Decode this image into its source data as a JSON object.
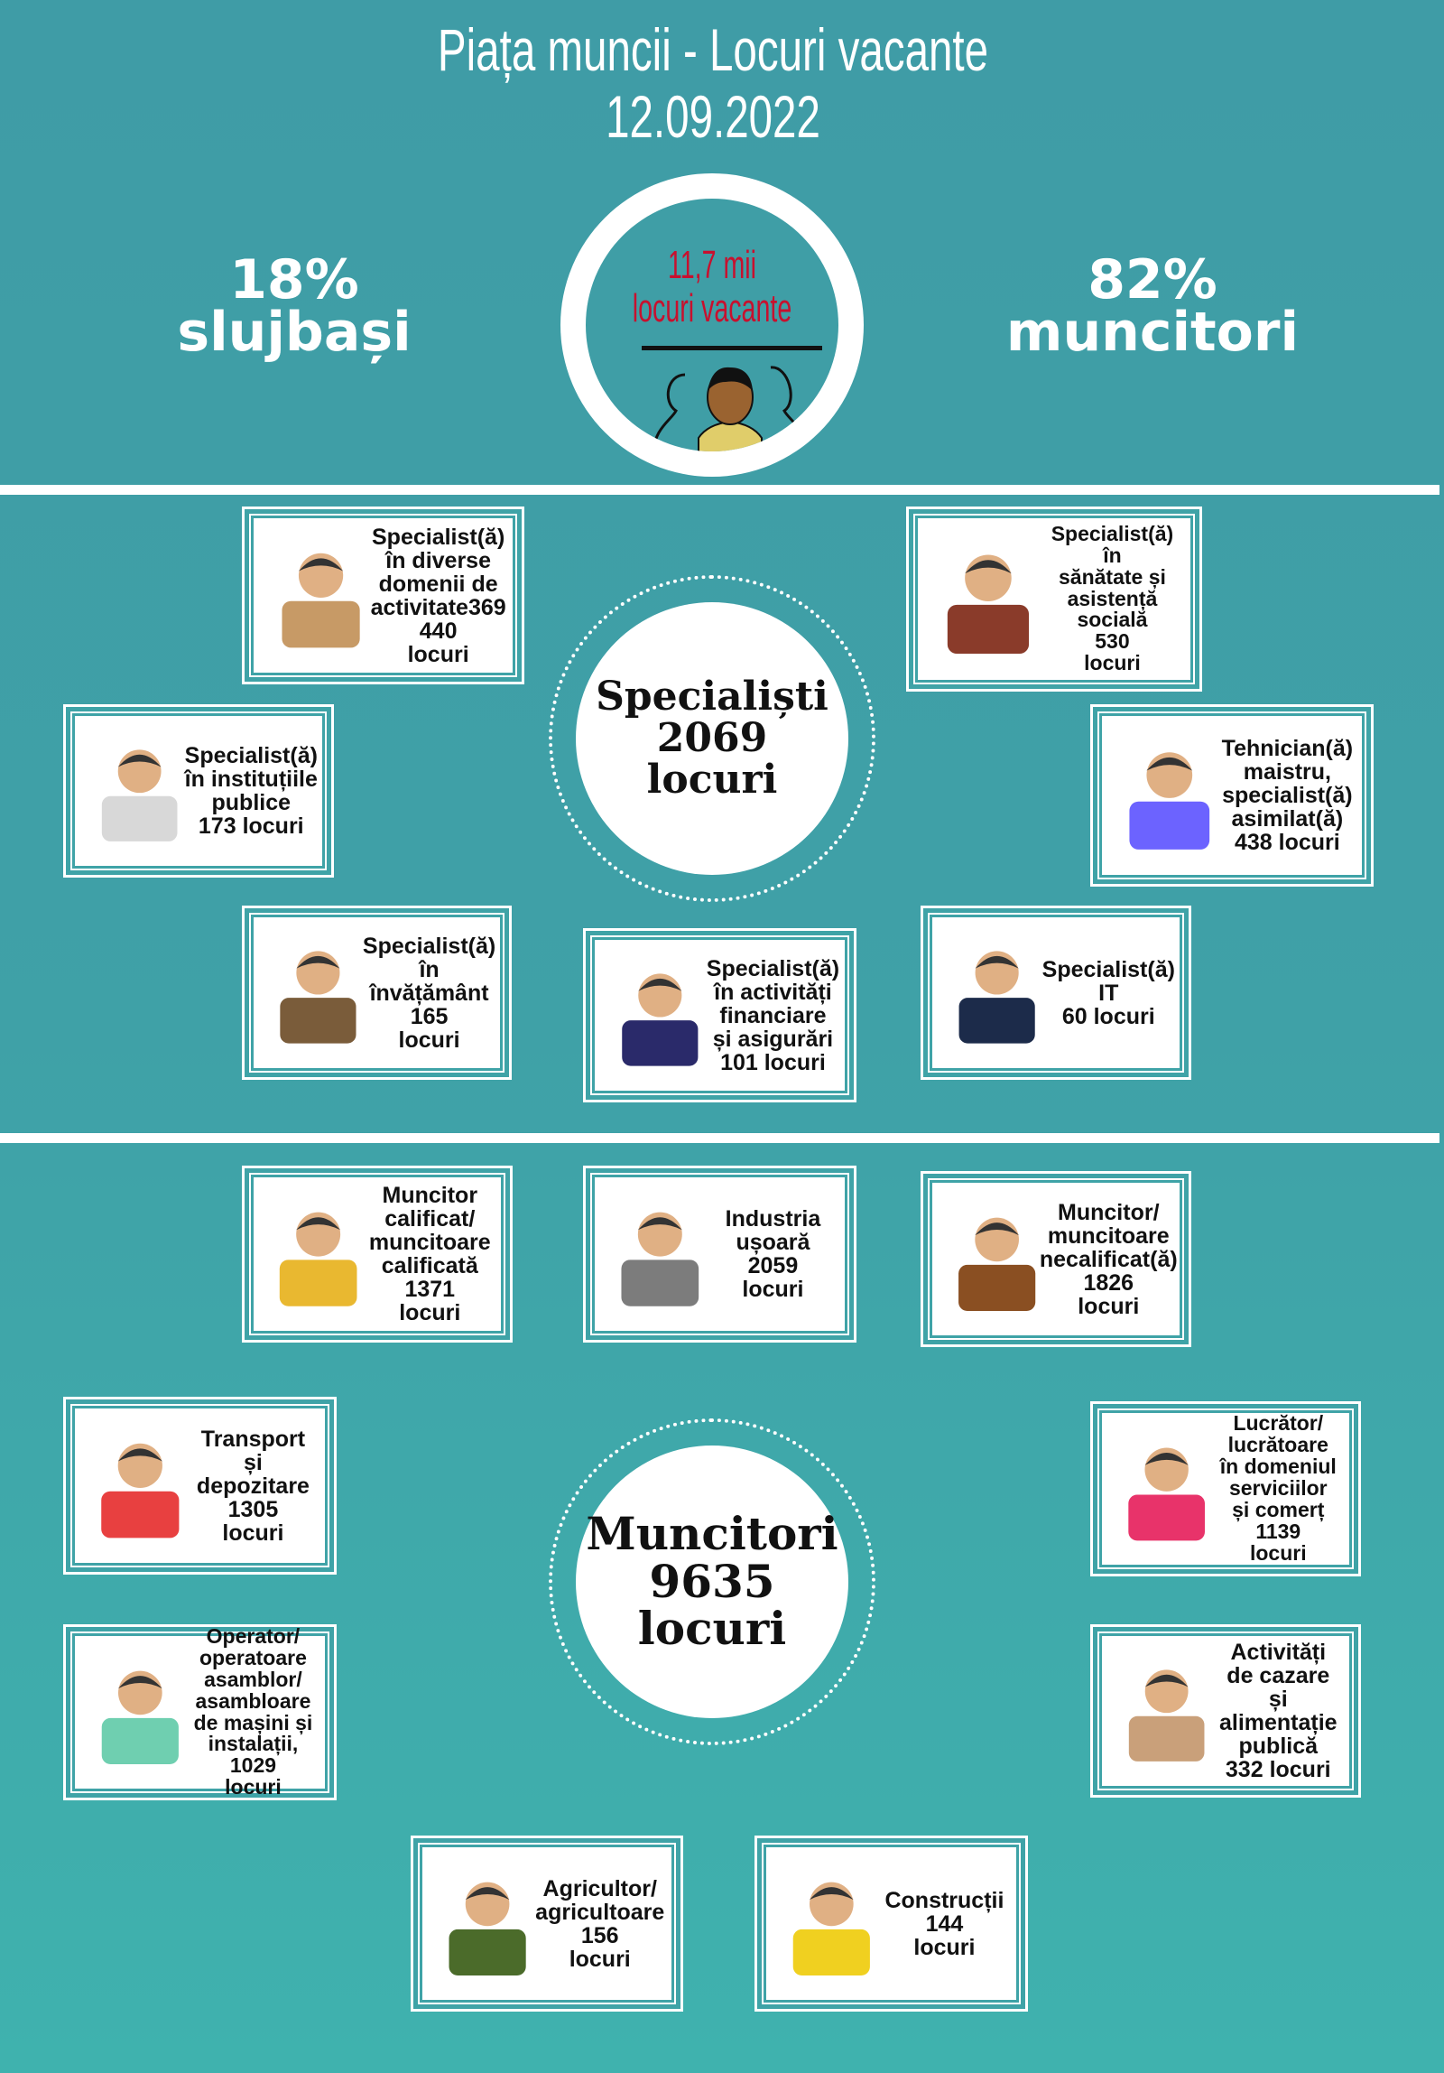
{
  "header": {
    "title": "Piața muncii - Locuri vacante",
    "date": "12.09.2022"
  },
  "summary": {
    "left": {
      "percent": "18%",
      "label": "slujbași"
    },
    "right": {
      "percent": "82%",
      "label": "muncitori"
    },
    "center": {
      "value": "11,7 mii",
      "label": "locuri vacante",
      "accent": "#c8102e"
    }
  },
  "specialisti": {
    "title": "Specialiști",
    "count": "2069",
    "unit": "locuri"
  },
  "muncitori": {
    "title": "Muncitori",
    "count": "9635",
    "unit": "locuri"
  },
  "cards": [
    {
      "id": "diverse",
      "icon": "desk-laptop-icon",
      "lines": [
        "Specialist(ă)",
        "în diverse",
        "domenii de",
        "activitate369",
        "440",
        "locuri"
      ]
    },
    {
      "id": "sanatate",
      "icon": "doctor-icon",
      "lines": [
        "Specialist(ă)",
        "în",
        "sănătate și",
        "asistență",
        "socială",
        "530",
        "locuri"
      ]
    },
    {
      "id": "institutii",
      "icon": "office-clerk-icon",
      "lines": [
        "Specialist(ă)",
        "în instituțiile",
        "publice",
        "173 locuri"
      ]
    },
    {
      "id": "tehnician",
      "icon": "technicians-icon",
      "lines": [
        "Tehnician(ă)",
        "maistru,",
        "specialist(ă)",
        "asimilat(ă)",
        "438 locuri"
      ]
    },
    {
      "id": "invatamant",
      "icon": "teacher-icon",
      "lines": [
        "Specialist(ă)",
        "în",
        "învățământ",
        "165",
        "locuri"
      ]
    },
    {
      "id": "financiare",
      "icon": "finance-chart-icon",
      "lines": [
        "Specialist(ă)",
        "în activități",
        "financiare",
        "și asigurări",
        "101 locuri"
      ]
    },
    {
      "id": "it",
      "icon": "computer-desk-icon",
      "lines": [
        "Specialist(ă)",
        "IT",
        "60 locuri"
      ]
    },
    {
      "id": "calificat",
      "icon": "worker-helmet-icon",
      "lines": [
        "Muncitor",
        "calificat/",
        "muncitoare",
        "calificată",
        "1371",
        "locuri"
      ]
    },
    {
      "id": "industria",
      "icon": "suit-icon",
      "lines": [
        "Industria",
        "ușoară",
        "2059",
        "locuri"
      ]
    },
    {
      "id": "necalificat",
      "icon": "overalls-icon",
      "lines": [
        "Muncitor/",
        "muncitoare",
        "necalificat(ă)",
        "1826",
        "locuri"
      ]
    },
    {
      "id": "transport",
      "icon": "dump-truck-icon",
      "lines": [
        "Transport",
        "și",
        "depozitare",
        "1305",
        "locuri"
      ]
    },
    {
      "id": "servicii",
      "icon": "shopping-woman-icon",
      "lines": [
        "Lucrător/",
        "lucrătoare",
        "în domeniul",
        "serviciilor",
        "și comerț",
        "1139",
        "locuri"
      ]
    },
    {
      "id": "operator",
      "icon": "fuel-pump-icon",
      "lines": [
        "Operator/",
        "operatoare",
        "asamblor/",
        "asambloare",
        "de mașini și",
        "instalații,",
        "1029",
        "locuri"
      ]
    },
    {
      "id": "cazare",
      "icon": "chef-icon",
      "lines": [
        "Activități",
        "de cazare",
        "și",
        "alimentație",
        "publică",
        "332 locuri"
      ]
    },
    {
      "id": "agricultor",
      "icon": "farmer-icon",
      "lines": [
        "Agricultor/",
        "agricultoare",
        "156",
        "locuri"
      ]
    },
    {
      "id": "constructii",
      "icon": "construction-worker-icon",
      "lines": [
        "Construcții",
        "144",
        "locuri"
      ]
    }
  ],
  "colors": {
    "background": "#3f9ea6",
    "card_border": "#ffffff",
    "accent_red": "#c8102e"
  }
}
